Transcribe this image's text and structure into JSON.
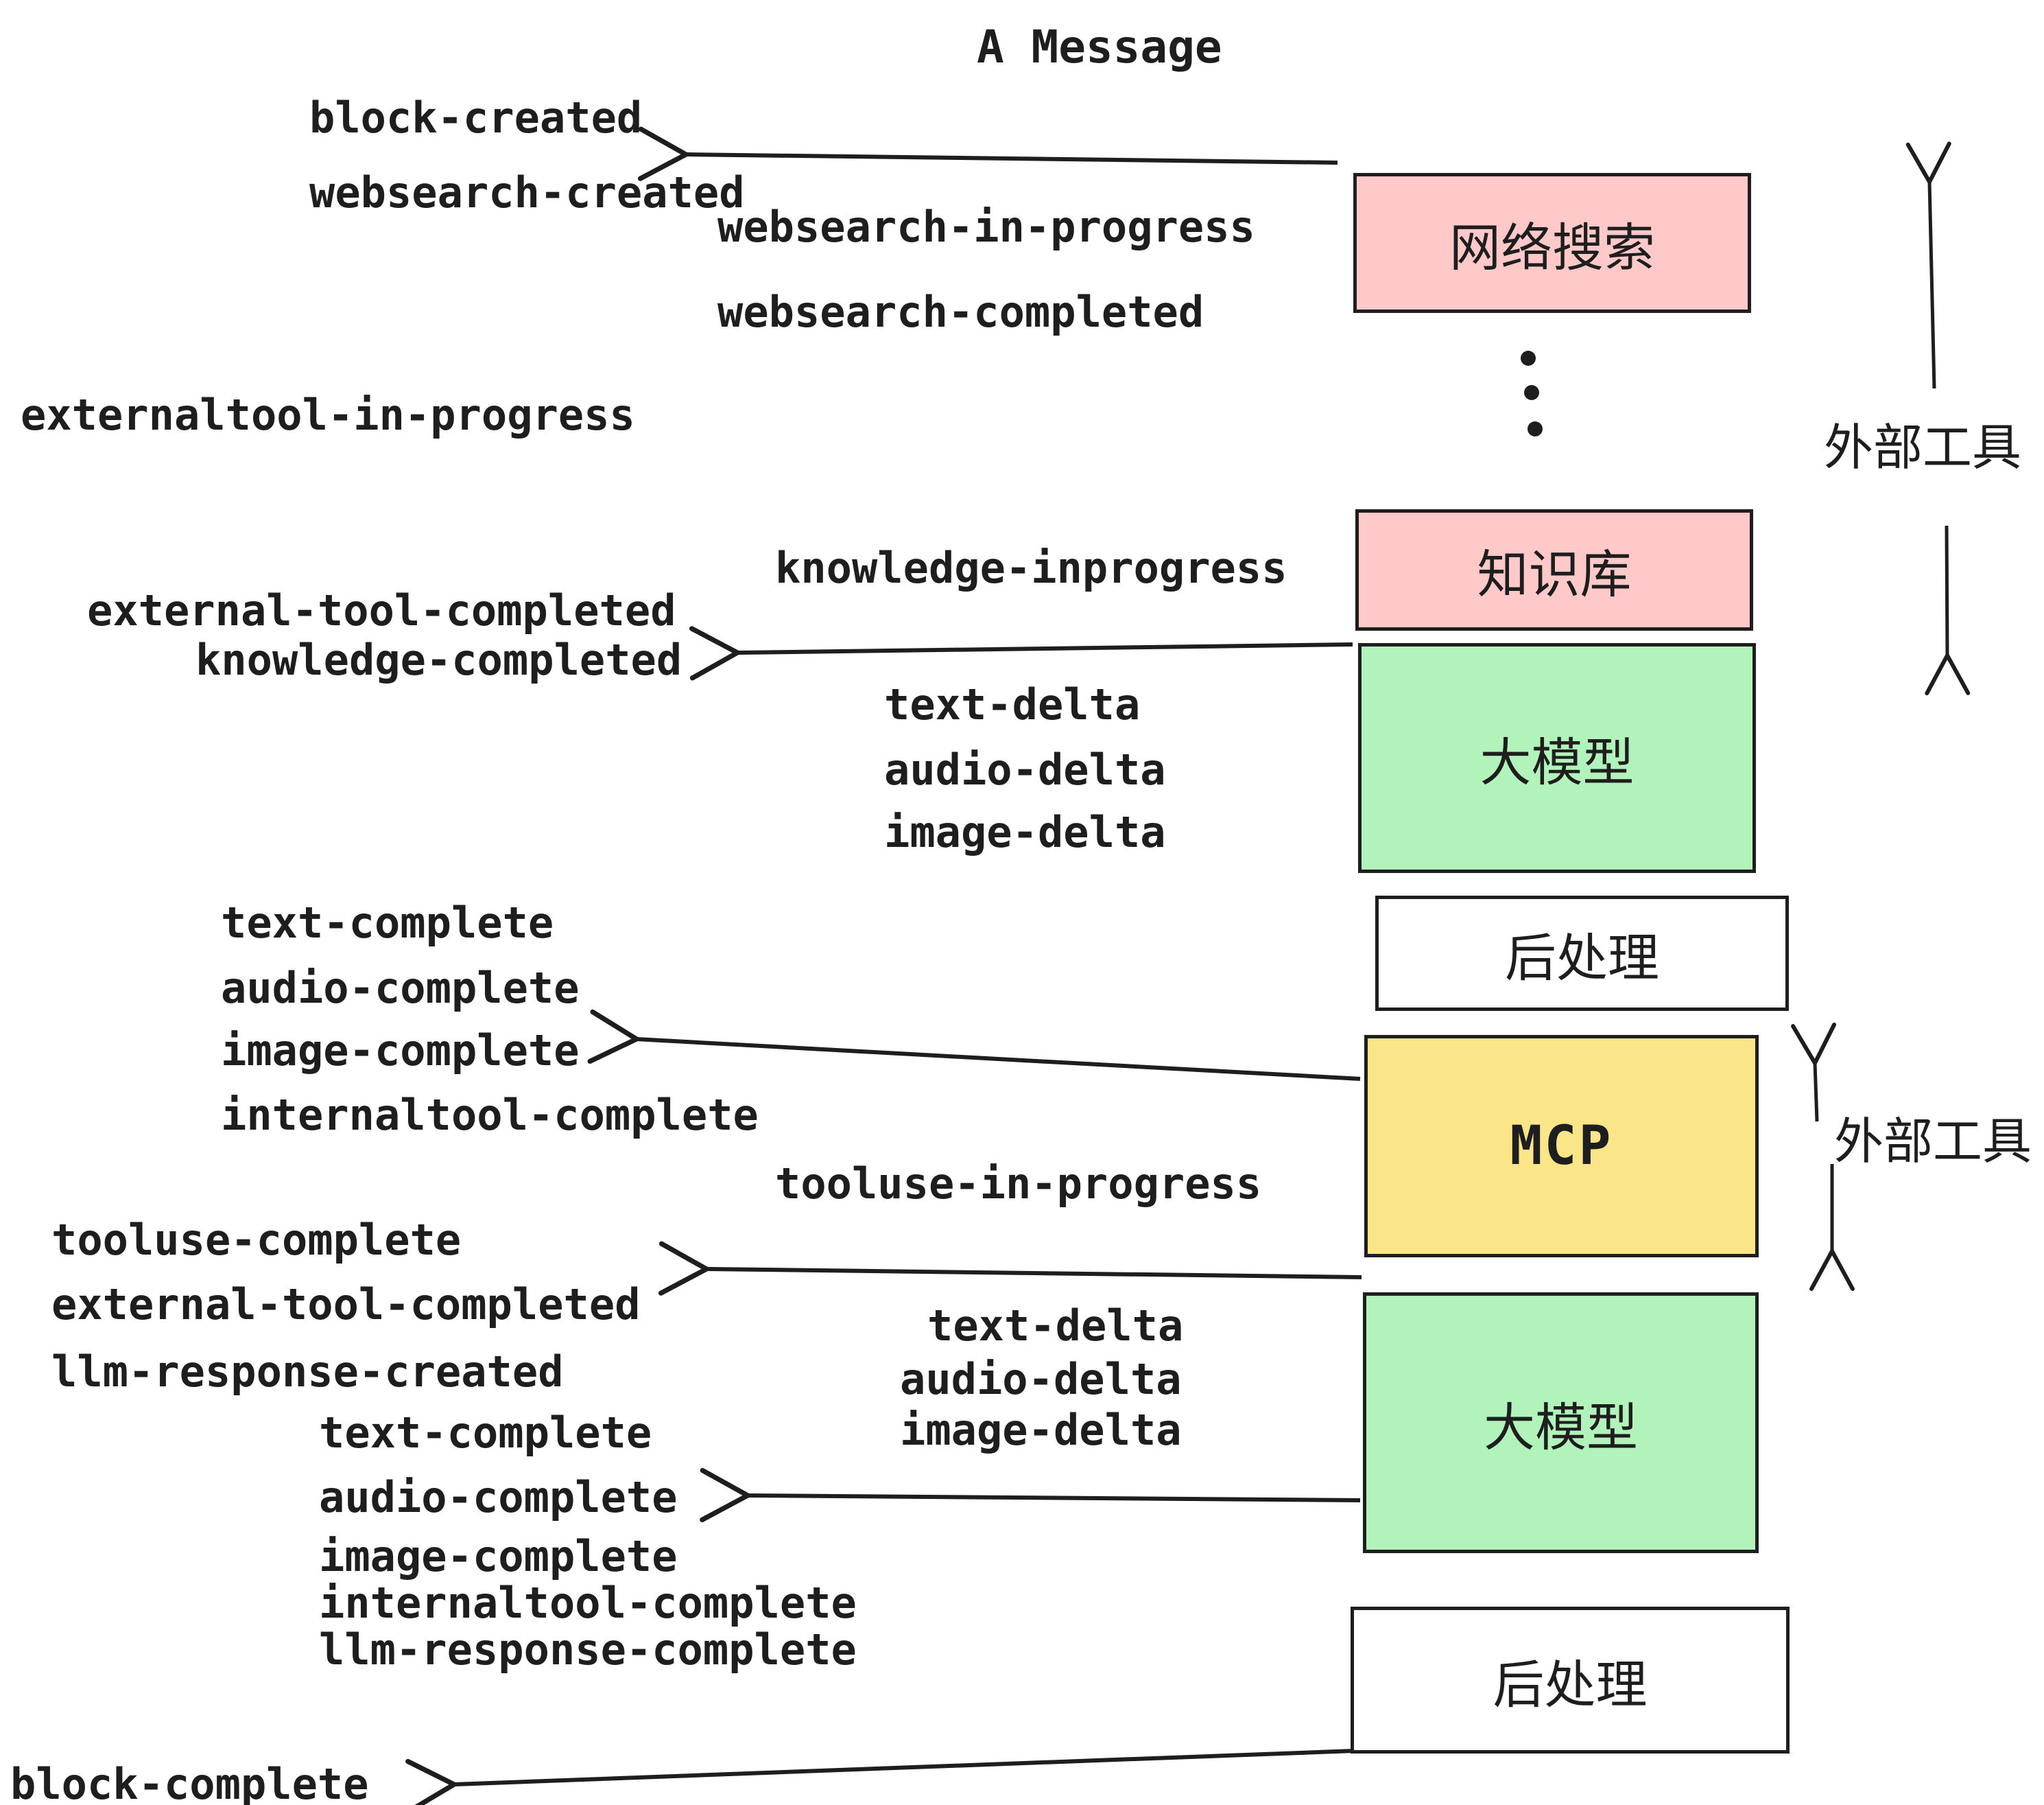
{
  "title": "A Message",
  "colors": {
    "pink": "#ffc9c9",
    "green": "#b2f2bb",
    "yellow": "#fae588",
    "ink": "#1e1e1e",
    "white_box": "#ffffff"
  },
  "boxes": [
    "网络搜索",
    "知识库",
    "大模型",
    "后处理",
    "MCP",
    "大模型",
    "后处理"
  ],
  "external_tools": [
    "外部工具",
    "外部工具"
  ],
  "events": [
    "block-created",
    "websearch-created",
    "websearch-in-progress",
    "websearch-completed",
    "externaltool-in-progress",
    "knowledge-inprogress",
    "external-tool-completed",
    "knowledge-completed",
    "text-delta",
    "audio-delta",
    "image-delta",
    "text-complete",
    "audio-complete",
    "image-complete",
    "internaltool-complete",
    "tooluse-in-progress",
    "tooluse-complete",
    "external-tool-completed",
    "llm-response-created",
    "text-complete",
    "audio-complete",
    "image-complete",
    "internaltool-complete",
    "llm-response-complete",
    "text-delta",
    "audio-delta",
    "image-delta",
    "block-complete"
  ]
}
